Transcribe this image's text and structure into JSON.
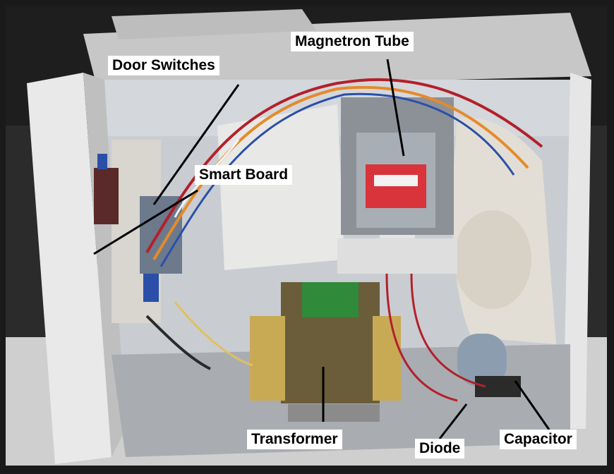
{
  "labels": {
    "magnetron_tube": "Magnetron Tube",
    "door_switches": "Door Switches",
    "smart_board": "Smart Board",
    "transformer": "Transformer",
    "diode": "Diode",
    "capacitor": "Capacitor"
  },
  "colors": {
    "label_background": "#ffffff",
    "label_text": "#000000",
    "pointer_line": "#000000",
    "magnetron_sticker": "#d9343c",
    "transformer_core": "#6b5d3a",
    "transformer_green_tape": "#2f8a3a",
    "wire_red": "#b3202a"
  }
}
